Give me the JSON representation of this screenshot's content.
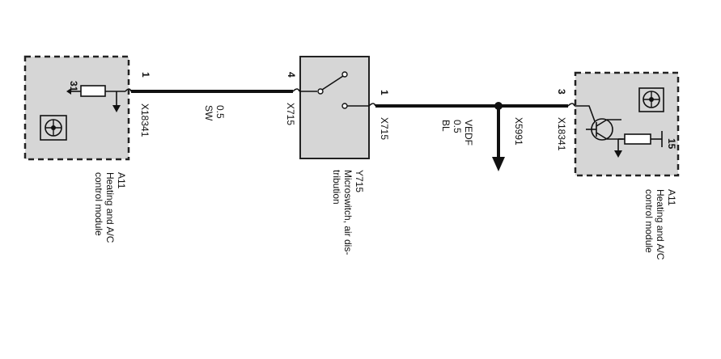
{
  "colors": {
    "module_fill": "#d6d6d6",
    "wire": "#111111"
  },
  "module_left": {
    "id": "A11",
    "name_line1": "Heating and A/C",
    "name_line2": "control module",
    "pin_number": "1",
    "internal_pin": "31",
    "connector": "X18341",
    "icon": "fan-blower-icon"
  },
  "wire_left": {
    "gauge": "0.5",
    "color": "SW"
  },
  "switch": {
    "id": "Y715",
    "name_line1": "Microswitch, air dis-",
    "name_line2": "tribution",
    "pin_in": "4",
    "pin_out": "1",
    "connector_in": "X715",
    "connector_out": "X715",
    "icon": "switch-contact-icon"
  },
  "wire_right": {
    "code": "VEDF",
    "gauge": "0.5",
    "color": "BL"
  },
  "splice": {
    "id": "X5991"
  },
  "module_right": {
    "id": "A11",
    "name_line1": "Heating and A/C",
    "name_line2": "control module",
    "pin_number": "3",
    "internal_pin": "15",
    "connector": "X18341",
    "icon": "fan-blower-icon"
  }
}
